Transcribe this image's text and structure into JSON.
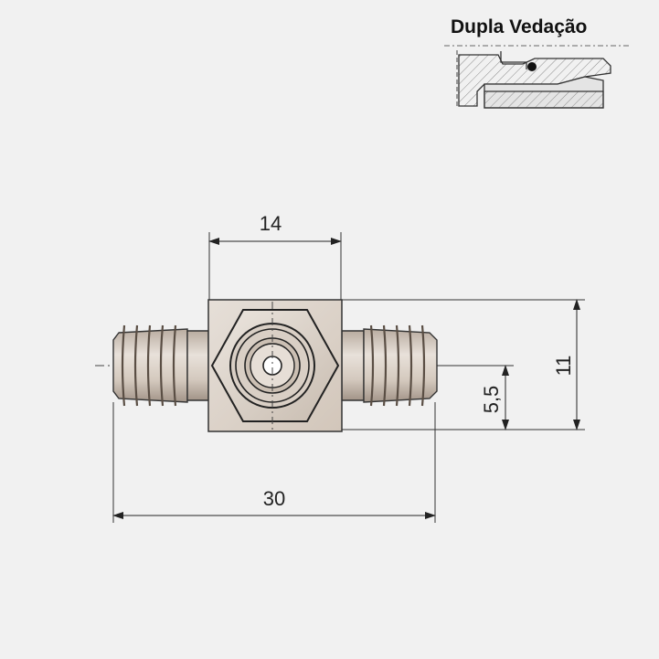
{
  "title": "Dupla Vedação",
  "dimensions": {
    "hex_width": "14",
    "total_length": "30",
    "height": "11",
    "half_height": "5,5"
  },
  "colors": {
    "metal_light": "#e0d8d0",
    "metal_mid": "#c9bcb0",
    "metal_dark": "#9c8e82",
    "line": "#222222"
  }
}
